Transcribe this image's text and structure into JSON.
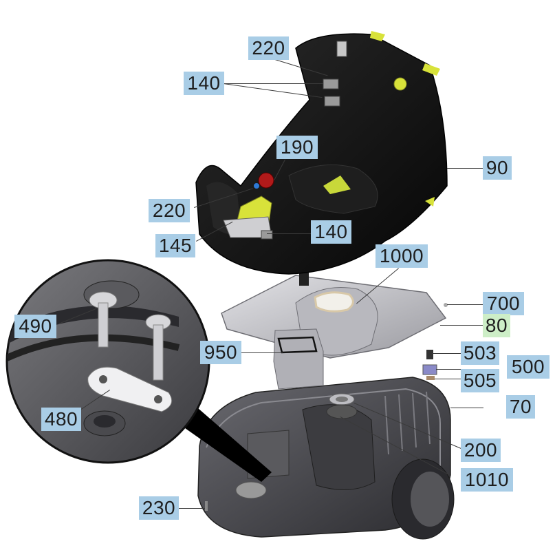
{
  "callouts": [
    {
      "id": "c220a",
      "text": "220"
    },
    {
      "id": "c140a",
      "text": "140"
    },
    {
      "id": "c190",
      "text": "190"
    },
    {
      "id": "c90",
      "text": "90"
    },
    {
      "id": "c220b",
      "text": "220"
    },
    {
      "id": "c145",
      "text": "145"
    },
    {
      "id": "c140b",
      "text": "140"
    },
    {
      "id": "c1000",
      "text": "1000"
    },
    {
      "id": "c700",
      "text": "700"
    },
    {
      "id": "c80",
      "text": "80"
    },
    {
      "id": "c490",
      "text": "490"
    },
    {
      "id": "c950",
      "text": "950"
    },
    {
      "id": "c503",
      "text": "503"
    },
    {
      "id": "c500",
      "text": "500"
    },
    {
      "id": "c505",
      "text": "505"
    },
    {
      "id": "c70",
      "text": "70"
    },
    {
      "id": "c480",
      "text": "480"
    },
    {
      "id": "c200",
      "text": "200"
    },
    {
      "id": "c1010",
      "text": "1010"
    },
    {
      "id": "c230",
      "text": "230"
    }
  ],
  "colors": {
    "callout": "#a9cde6",
    "callout_alt": "#cdeec7",
    "housing_dark": "#141414",
    "accent_yellow": "#d8e23a",
    "base_grey": "#4a4a4e",
    "plate_grey": "#c9c9cd"
  }
}
